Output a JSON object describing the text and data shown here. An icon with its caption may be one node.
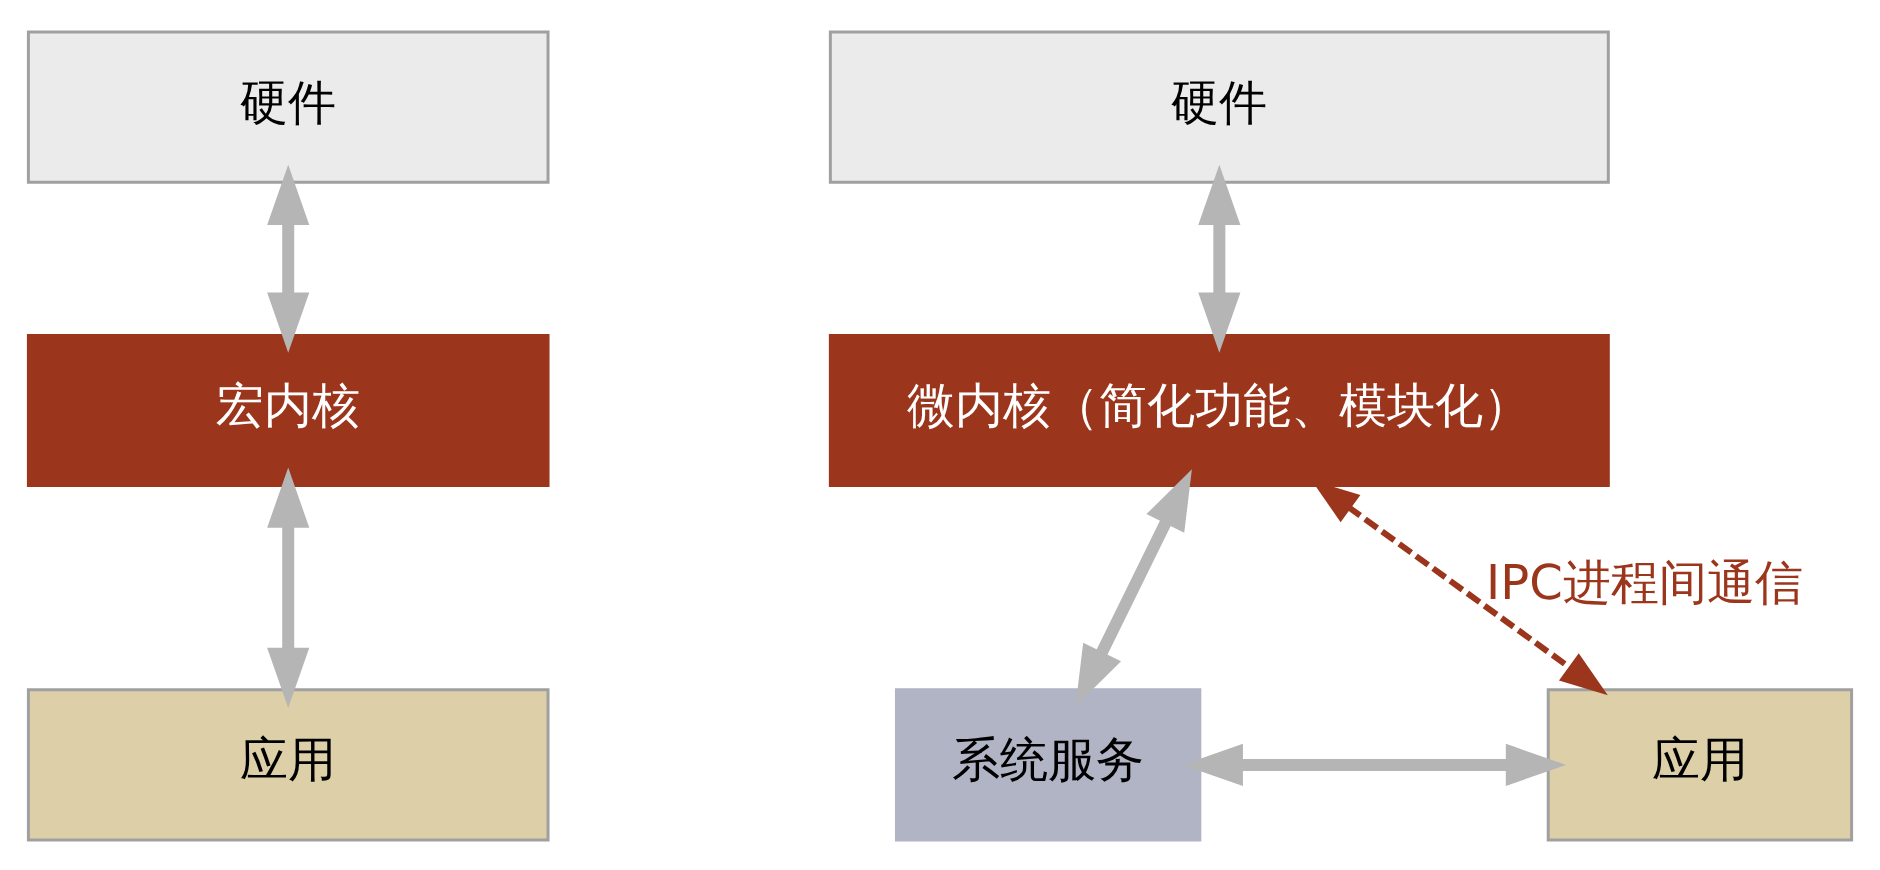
{
  "diagram": {
    "nodes": [
      {
        "text": [
          "硬件"
        ]
      },
      {
        "text": [
          "宏内核"
        ]
      },
      {
        "text": [
          "应用"
        ]
      },
      {
        "text": [
          "硬件"
        ]
      },
      {
        "text": [
          "微内核（简化功能、模块化）"
        ]
      },
      {
        "text": [
          "系统服务"
        ]
      },
      {
        "text": [
          "应用"
        ]
      }
    ],
    "edges": [
      {
        "from": 0,
        "to": 1,
        "arrow": "both"
      },
      {
        "from": 1,
        "to": 2,
        "arrow": "both"
      },
      {
        "from": 3,
        "to": 4,
        "arrow": "both"
      },
      {
        "from": 4,
        "to": 5,
        "arrow": "both"
      },
      {
        "from": 4,
        "to": 6,
        "arrow": "both",
        "label": "IPC进程间通信",
        "style": "dashed",
        "color": "#9b361d"
      },
      {
        "from": 5,
        "to": 6,
        "arrow": "both"
      }
    ]
  }
}
